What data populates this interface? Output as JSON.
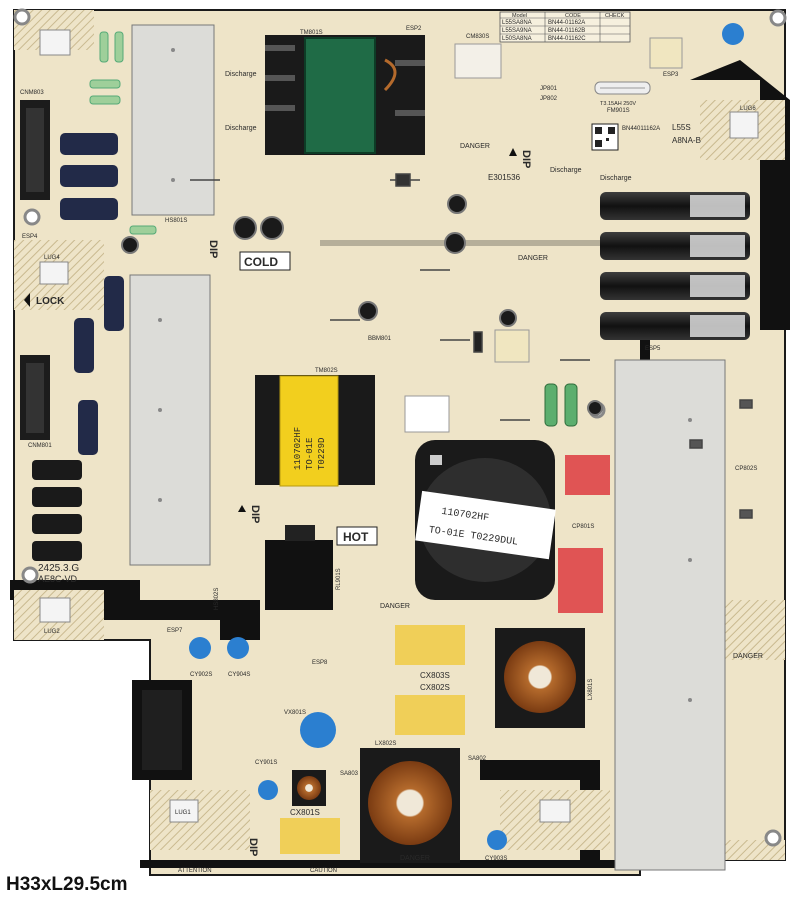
{
  "caption": "H33xL29.5cm",
  "model_table": {
    "header": [
      "Model",
      "CODE",
      "CHECK"
    ],
    "rows": [
      [
        "L55SA8NA",
        "BN44-01162A"
      ],
      [
        "L55SA9NA",
        "BN44-01162B"
      ],
      [
        "L50SA8NA",
        "BN44-01162C"
      ]
    ]
  },
  "silkscreen": {
    "cold": "COLD",
    "hot": "HOT",
    "lock": "LOCK",
    "dip_left": "DIP",
    "dip_center": "DIP",
    "dip_bottom_left": "DIP",
    "dip_top": "DIP",
    "danger": "DANGER",
    "discharge": "Discharge",
    "board_code": "2425.3.G",
    "date_code": "AE8C-VD",
    "cert": "E301536",
    "part_label_code": "BN44011162A",
    "side_label_a": "L55S",
    "side_label_b": "A8NA-B",
    "fuse_rating": "T3.15AH 250V",
    "attention": "ATTENTION",
    "caution": "CAUTION"
  },
  "transformer_labels": {
    "yellow_1": "110702HF",
    "yellow_2": "TO-01E",
    "yellow_3": "T0229D",
    "toroid_1": "110702HF",
    "toroid_2": "TO-01E T0229DUL"
  },
  "capacitor_labels": {
    "x_cap_1": "CX803S",
    "x_cap_2": "CX802S",
    "x_cap_3": "CX801S"
  },
  "refs": {
    "tm801s": "TM801S",
    "tm802s": "TM802S",
    "hs801s": "HS801S",
    "hs802s": "HS802S",
    "lx801s": "LX801S",
    "lx802s": "LX802S",
    "cm830s": "CM830S",
    "cp801s": "CP801S",
    "cp802s": "CP802S",
    "esp2": "ESP2",
    "esp3": "ESP3",
    "esp4": "ESP4",
    "esp5": "ESP5",
    "esp7": "ESP7",
    "esp8": "ESP8",
    "fm901s": "FM901S",
    "jp801": "JP801",
    "jp802": "JP802",
    "cy902s": "CY902S",
    "cy904s": "CY904S",
    "cy901s": "CY901S",
    "cy903s": "CY903S",
    "vx801s": "VX801S",
    "sa803": "SA803",
    "sa802": "SA802",
    "rl901s": "RL901S",
    "cnm803": "CNM803",
    "cnm801": "CNM801",
    "bb801": "BBM801",
    "lug1": "LUG1",
    "lug2": "LUG2",
    "lug4": "LUG4",
    "lug6": "LUG6"
  },
  "colors": {
    "pcb": "#eee4c8",
    "trace": "#111111",
    "heatsink": "#dcdcd8",
    "yellow_xfmr": "#f2cf1e",
    "green_xfmr": "#1f6b46",
    "red_cap": "#e05454",
    "yellow_cap": "#f0cf58",
    "blue_cap": "#2b7fd0",
    "bulk_cap": "#222a48"
  }
}
